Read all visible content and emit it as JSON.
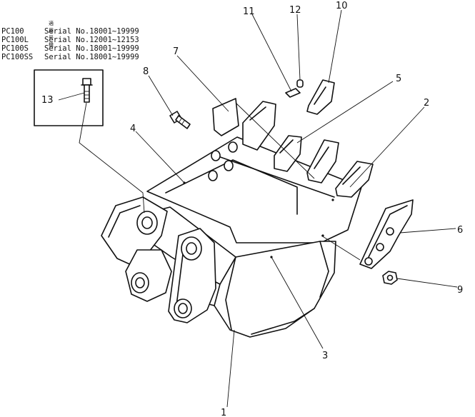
{
  "applicability": {
    "heading": "適用号機",
    "rows": [
      {
        "model": "PC100",
        "serial": "Serial No.18001~19999"
      },
      {
        "model": "PC100L",
        "serial": "Serial No.12001~12153"
      },
      {
        "model": "PC100S",
        "serial": "Serial No.18001~19999"
      },
      {
        "model": "PC100SS",
        "serial": "Serial No.18001~19999"
      }
    ]
  },
  "callouts": {
    "c1": "1",
    "c2": "2",
    "c3": "3",
    "c4": "4",
    "c5": "5",
    "c6": "6",
    "c7": "7",
    "c8": "8",
    "c9": "9",
    "c10": "10",
    "c11": "11",
    "c12": "12",
    "c13": "13"
  }
}
